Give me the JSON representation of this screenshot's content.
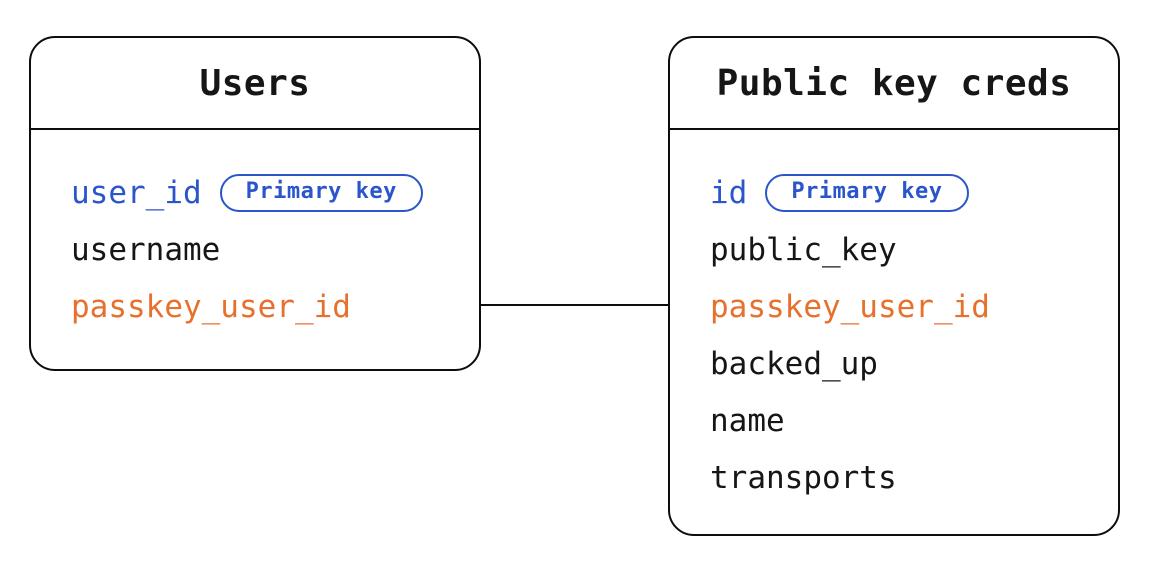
{
  "colors": {
    "border": "#0d0d0d",
    "field_default": "#161616",
    "primary_key": "#2b55cb",
    "foreign_key": "#e8702d",
    "canvas_bg": "#ffffff"
  },
  "tables": [
    {
      "title": "Users",
      "fields": [
        {
          "name": "user_id",
          "role": "primary",
          "badge": "Primary key"
        },
        {
          "name": "username",
          "role": "default"
        },
        {
          "name": "passkey_user_id",
          "role": "foreign"
        }
      ]
    },
    {
      "title": "Public key creds",
      "fields": [
        {
          "name": "id",
          "role": "primary",
          "badge": "Primary key"
        },
        {
          "name": "public_key",
          "role": "default"
        },
        {
          "name": "passkey_user_id",
          "role": "foreign"
        },
        {
          "name": "backed_up",
          "role": "default"
        },
        {
          "name": "name",
          "role": "default"
        },
        {
          "name": "transports",
          "role": "default"
        }
      ]
    }
  ],
  "relationship": {
    "from_table": "Users",
    "from_field": "passkey_user_id",
    "to_table": "Public key creds",
    "to_field": "passkey_user_id"
  }
}
